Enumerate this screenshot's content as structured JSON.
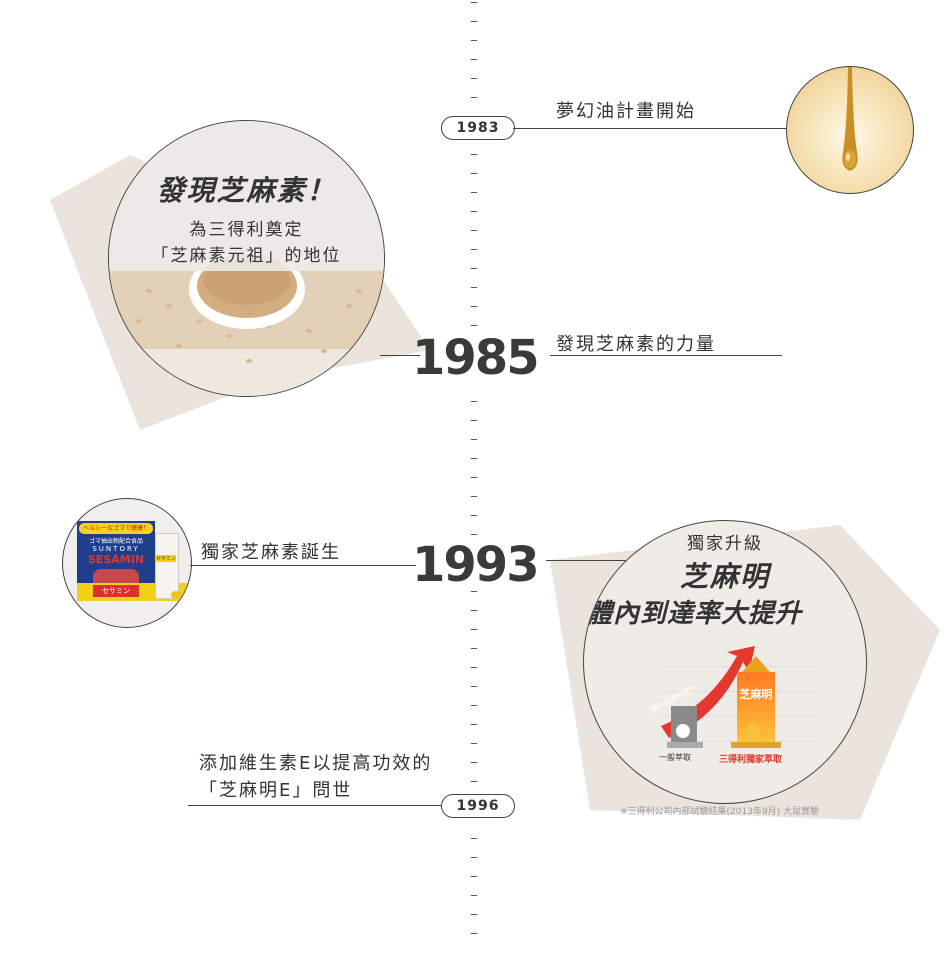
{
  "events": {
    "e1983": {
      "year": "1983",
      "label": "夢幻油計畫開始"
    },
    "e1985": {
      "year": "1985",
      "label": "發現芝麻素的力量",
      "headline": "發現芝麻素！",
      "sub1": "為三得利奠定",
      "sub2": "「芝麻素元祖」的地位"
    },
    "e1993": {
      "year": "1993",
      "label": "獨家芝麻素誕生",
      "tag": "獨家升級",
      "headline": "芝麻明",
      "headline2": "體內到達率大提升",
      "arrow_text": "體內到達率提升",
      "gold_label": "芝麻明",
      "bar_left_caption": "一般萃取",
      "bar_right_caption": "三得利獨家萃取",
      "footnote": "※三得利公司內部試驗結果(2013年9月) 大鼠實驗"
    },
    "e1996": {
      "year": "1996",
      "label1": "添加維生素E以提高功效的",
      "label2": "「芝麻明E」問世"
    }
  },
  "product_box": {
    "banner": "ヘルシーなゴマで健康！",
    "line1": "ゴマ抽出物配合食品",
    "brand": "SUNTORY",
    "name": "SESAMIN",
    "sticker": "セサミン",
    "bottle": "セサミン"
  },
  "colors": {
    "timeline": "#555555",
    "accent_red": "#e4372d",
    "shadow": "#d8cfc7"
  }
}
